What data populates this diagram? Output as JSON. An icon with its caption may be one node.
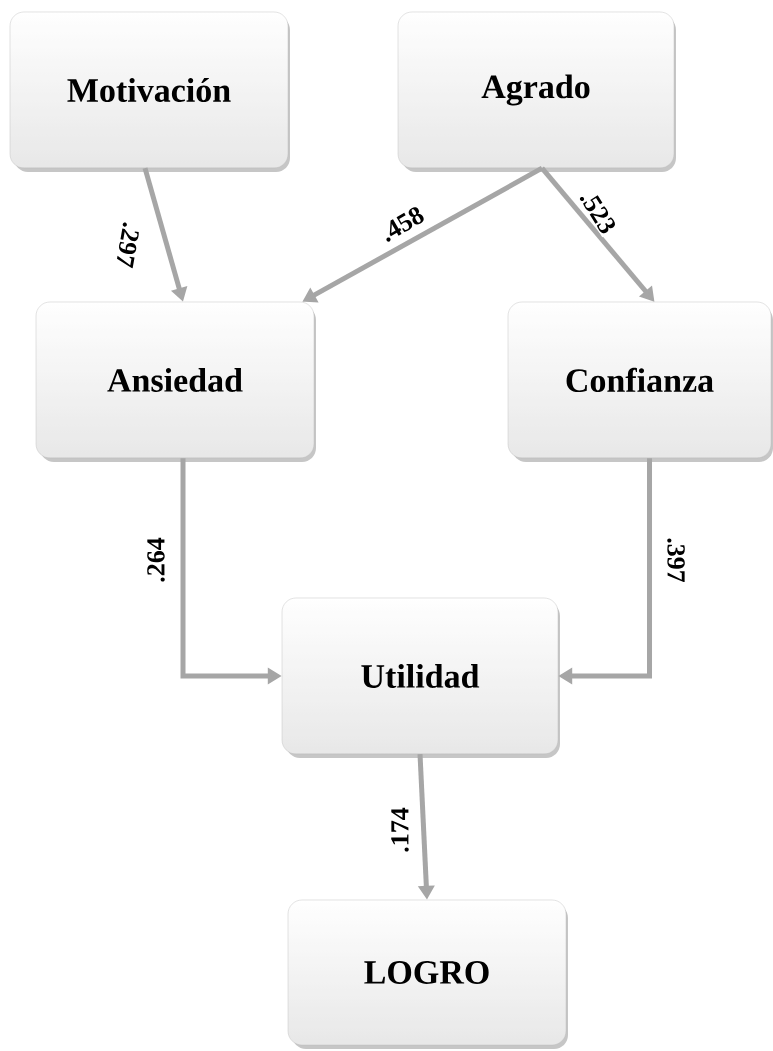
{
  "diagram": {
    "nodes": [
      {
        "text": [
          "Motivación"
        ]
      },
      {
        "text": [
          "Agrado"
        ]
      },
      {
        "text": [
          "Ansiedad"
        ]
      },
      {
        "text": [
          "Confianza"
        ]
      },
      {
        "text": [
          "Utilidad"
        ]
      },
      {
        "text": [
          "LOGRO"
        ]
      }
    ],
    "edges": [
      {
        "from": 0,
        "to": 2,
        "arrow": "to",
        "label": ".297"
      },
      {
        "from": 1,
        "to": 2,
        "arrow": "to",
        "label": ".458"
      },
      {
        "from": 1,
        "to": 3,
        "arrow": "to",
        "label": ".523"
      },
      {
        "from": 2,
        "to": 4,
        "arrow": "to",
        "label": ".264"
      },
      {
        "from": 3,
        "to": 4,
        "arrow": "to",
        "label": ".397"
      },
      {
        "from": 4,
        "to": 5,
        "arrow": "to",
        "label": ".174"
      }
    ]
  }
}
